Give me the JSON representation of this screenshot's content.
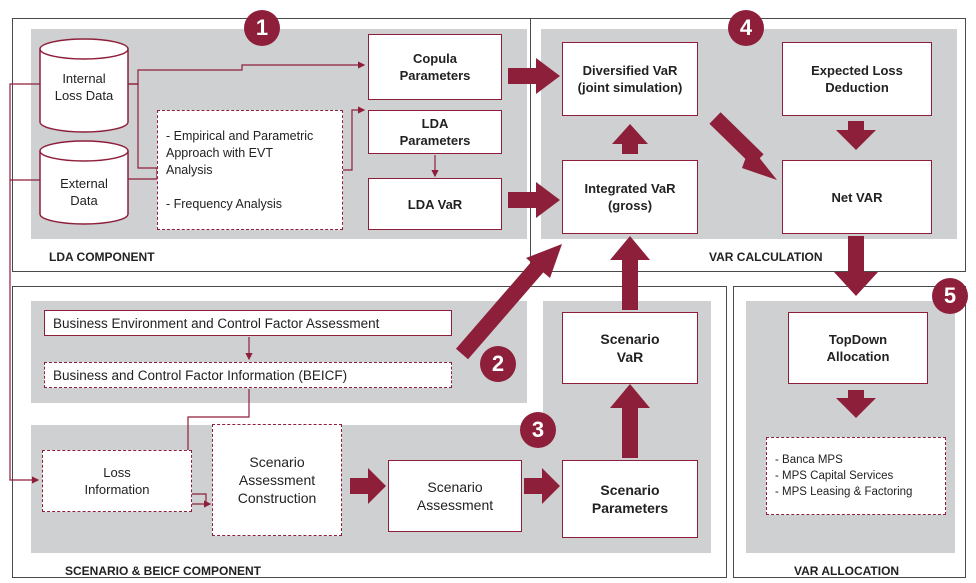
{
  "colors": {
    "accent": "#8e1f3a",
    "panel_fill": "#cfd0d2",
    "border": "#4a4a4a"
  },
  "panels": {
    "lda": "LDA COMPONENT",
    "var_calc": "VAR CALCULATION",
    "scenario": "SCENARIO & BEICF COMPONENT",
    "var_alloc": "VAR ALLOCATION"
  },
  "badges": [
    "1",
    "2",
    "3",
    "4",
    "5"
  ],
  "nodes": {
    "internal_loss_data": "Internal\nLoss Data",
    "external_data": "External\nData",
    "empirical_approach": "- Empirical and Parametric\n  Approach with EVT\n  Analysis\n\n- Frequency Analysis",
    "copula_parameters": "Copula\nParameters",
    "lda_parameters": "LDA\nParameters",
    "lda_var": "LDA VaR",
    "diversified_var": "Diversified VaR\n(joint simulation)",
    "expected_loss_deduction": "Expected Loss\nDeduction",
    "integrated_var": "Integrated VaR\n(gross)",
    "net_var": "Net VAR",
    "business_env": "Business Environment and Control Factor Assessment",
    "beicf": "Business and Control Factor Information (BEICF)",
    "loss_information": "Loss\nInformation",
    "scenario_assessment_construction": "Scenario\nAssessment\nConstruction",
    "scenario_assessment": "Scenario\nAssessment",
    "scenario_parameters": "Scenario\nParameters",
    "scenario_var": "Scenario\nVaR",
    "topdown_allocation": "TopDown\nAllocation",
    "entities": "- Banca MPS\n- MPS Capital Services\n- MPS Leasing & Factoring"
  }
}
